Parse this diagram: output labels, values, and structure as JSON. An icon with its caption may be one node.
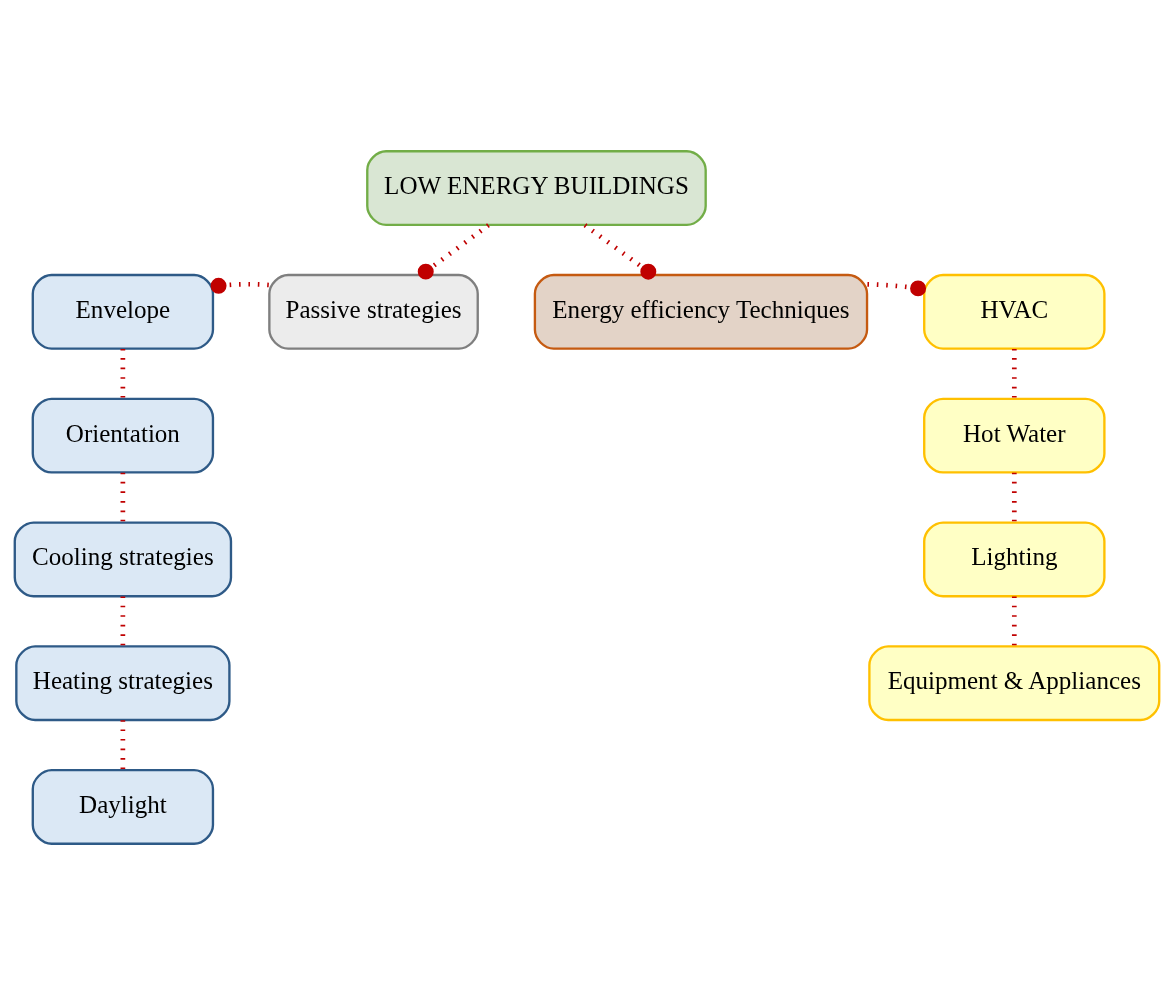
{
  "diagram": {
    "nodes": [
      {
        "text": [
          "LOW ENERGY BUILDINGS"
        ]
      },
      {
        "text": [
          "Passive strategies"
        ]
      },
      {
        "text": [
          "Energy efficiency Techniques"
        ]
      },
      {
        "text": [
          "Envelope"
        ]
      },
      {
        "text": [
          "Orientation"
        ]
      },
      {
        "text": [
          "Cooling strategies"
        ]
      },
      {
        "text": [
          "Heating strategies"
        ]
      },
      {
        "text": [
          "Daylight"
        ]
      },
      {
        "text": [
          "HVAC"
        ]
      },
      {
        "text": [
          "Hot Water"
        ]
      },
      {
        "text": [
          "Lighting"
        ]
      },
      {
        "text": [
          "Equipment & Appliances"
        ]
      }
    ],
    "edges": [
      {
        "from": 0,
        "to": 1,
        "arrow": "other",
        "style": "dashed"
      },
      {
        "from": 0,
        "to": 2,
        "arrow": "other",
        "style": "dashed"
      },
      {
        "from": 1,
        "to": 3,
        "arrow": "other",
        "style": "dashed"
      },
      {
        "from": 3,
        "to": 4,
        "arrow": "none",
        "style": "dashed"
      },
      {
        "from": 4,
        "to": 5,
        "arrow": "none",
        "style": "dashed"
      },
      {
        "from": 5,
        "to": 6,
        "arrow": "none",
        "style": "dashed"
      },
      {
        "from": 6,
        "to": 7,
        "arrow": "none",
        "style": "dashed"
      },
      {
        "from": 2,
        "to": 8,
        "arrow": "other",
        "style": "dashed"
      },
      {
        "from": 8,
        "to": 9,
        "arrow": "none",
        "style": "dashed"
      },
      {
        "from": 9,
        "to": 10,
        "arrow": "none",
        "style": "dashed"
      },
      {
        "from": 10,
        "to": 11,
        "arrow": "none",
        "style": "dashed"
      }
    ]
  }
}
